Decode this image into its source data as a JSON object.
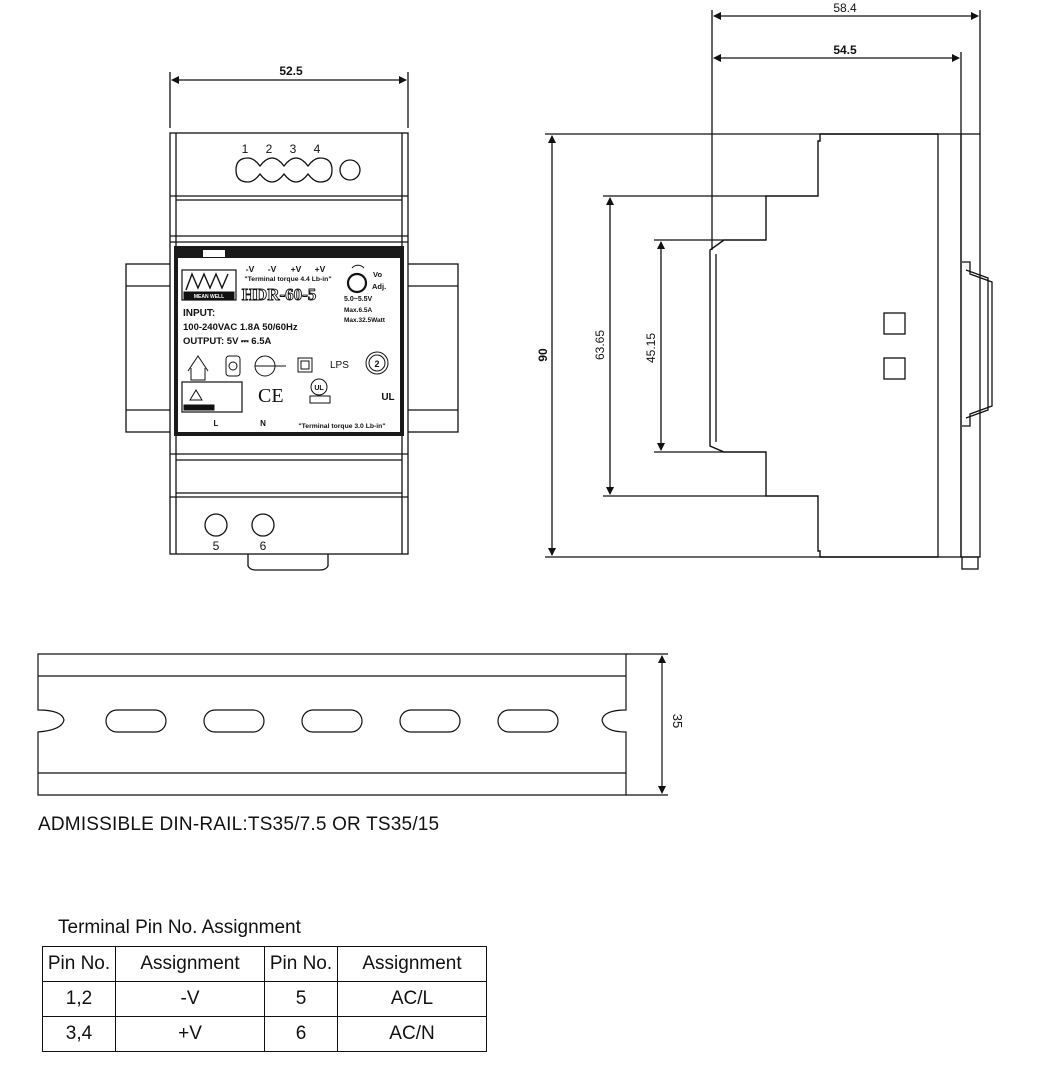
{
  "dimensions": {
    "front_width": "52.5",
    "side_depth_total": "58.4",
    "side_depth_body": "54.5",
    "height_total": "90",
    "height_step": "63.65",
    "height_window": "45.15",
    "rail_height": "35"
  },
  "front_panel": {
    "top_terminal_numbers": [
      "1",
      "2",
      "3",
      "4"
    ],
    "bottom_terminal_numbers": [
      "5",
      "6"
    ],
    "output_labels": [
      "-V",
      "-V",
      "+V",
      "+V"
    ],
    "top_torque": "\"Terminal torque 4.4 Lb-in\"",
    "vo_label": "Vo",
    "adj_label": "Adj.",
    "brand": "MEAN WELL",
    "model": "HDR-60-5",
    "input_label": "INPUT:",
    "input_spec": "100-240VAC 1.8A 50/60Hz",
    "output_spec": "OUTPUT: 5V ⎓ 6.5A",
    "adj_range": "5.0~5.5V",
    "max_current": "Max.6.5A",
    "max_power": "Max.32.5Watt",
    "lps_label": "LPS",
    "ce_label": "CE",
    "ul_label": "UL",
    "class_code": "2",
    "bottom_l": "L",
    "bottom_n": "N",
    "bottom_torque": "\"Terminal torque 3.0 Lb-in\""
  },
  "din_rail_caption": "ADMISSIBLE DIN-RAIL:TS35/7.5 OR TS35/15",
  "pin_table": {
    "title": "Terminal Pin No.  Assignment",
    "headers": [
      "Pin No.",
      "Assignment",
      "Pin No.",
      "Assignment"
    ],
    "rows": [
      [
        "1,2",
        "-V",
        "5",
        "AC/L"
      ],
      [
        "3,4",
        "+V",
        "6",
        "AC/N"
      ]
    ]
  }
}
